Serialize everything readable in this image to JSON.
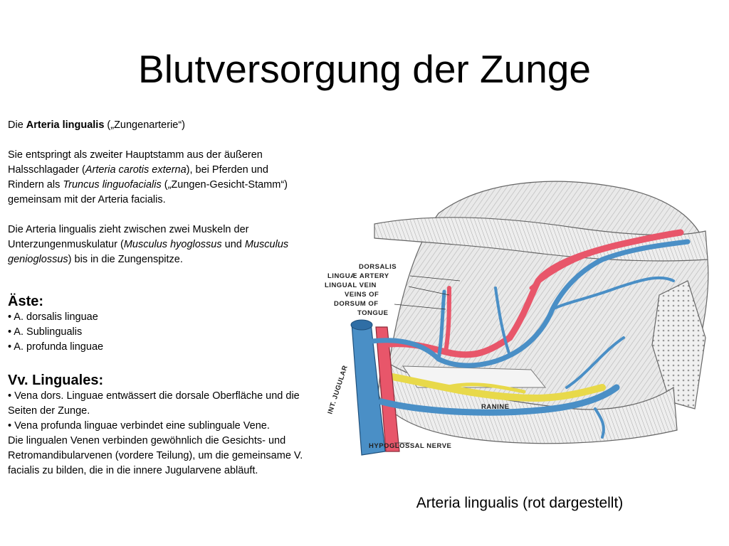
{
  "slide": {
    "title": "Blutversorgung der Zunge",
    "intro": {
      "prefix": "Die ",
      "bold": "Arteria lingualis",
      "suffix": " („Zungenarterie“)"
    },
    "para1": {
      "a": "Sie entspringt als zweiter Hauptstamm aus der äußeren Halsschlagader (",
      "i1": "Arteria carotis externa",
      "b": "), bei Pferden und Rindern als ",
      "i2": "Truncus linguofacialis",
      "c": " („Zungen-Gesicht-Stamm“) gemeinsam mit der Arteria facialis."
    },
    "para2": {
      "a": "Die Arteria lingualis zieht zwischen zwei Muskeln der Unterzungenmuskulatur (",
      "i1": "Musculus hyoglossus",
      "b": " und ",
      "i2": "Musculus genioglossus",
      "c": ") bis in die Zungenspitze."
    },
    "branches": {
      "heading": "Äste:",
      "items": [
        "• A. dorsalis linguae",
        "• A. Sublingualis",
        "• A. profunda linguae"
      ]
    },
    "veins": {
      "heading": "Vv. Linguales:",
      "lines": [
        "• Vena dors. Linguae entwässert die dorsale Oberfläche und die Seiten der Zunge.",
        "• Vena profunda linguae verbindet eine sublinguale Vene.",
        "Die lingualen Venen verbinden gewöhnlich die Gesichts- und Retromandibularvenen (vordere Teilung), um die gemeinsame V. facialis zu bilden, die in die innere Jugularvene abläuft."
      ]
    },
    "figure": {
      "labels": {
        "l1": "DORSALIS",
        "l2": "LINGUÆ ARTERY",
        "l3": "LINGUAL VEIN",
        "l4": "VEINS OF",
        "l5": "DORSUM OF",
        "l6": "TONGUE",
        "jugular": "INT. JUGULAR",
        "ranine": "RANINE",
        "hypoglossal": "HYPOGLOSSAL NERVE"
      },
      "colors": {
        "artery": "#e8566a",
        "vein": "#4a8fc6",
        "nerve": "#e8d94a"
      }
    },
    "caption": "Arteria lingualis (rot dargestellt)"
  }
}
